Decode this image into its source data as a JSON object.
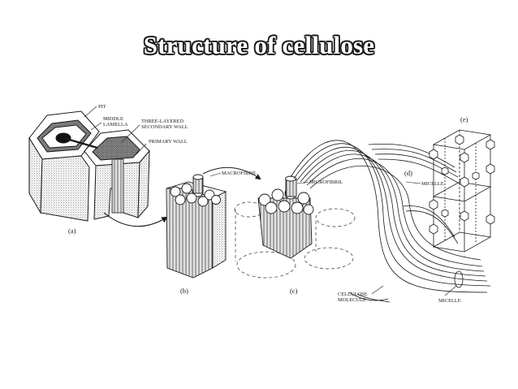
{
  "title": "Structure of cellulose",
  "labels": {
    "pit": "PIT",
    "middle": "MIDDLE",
    "lamella": "LAMELLA",
    "three_layered": "THREE-LAYERED",
    "secondary_wall": "SECONDARY WALL",
    "primary_wall": "PRIMARY WALL",
    "macrofibril": "MACROFIBRIL",
    "microfibril": "MICROFIBRIL",
    "micelle_top": "MICELLE",
    "micelle_bottom": "MICELLE",
    "cellulose": "CELLULOSE",
    "molecule": "MOLECULE"
  },
  "panels": {
    "a": "(a)",
    "b": "(b)",
    "c": "(c)",
    "d": "(d)",
    "e": "(e)"
  }
}
